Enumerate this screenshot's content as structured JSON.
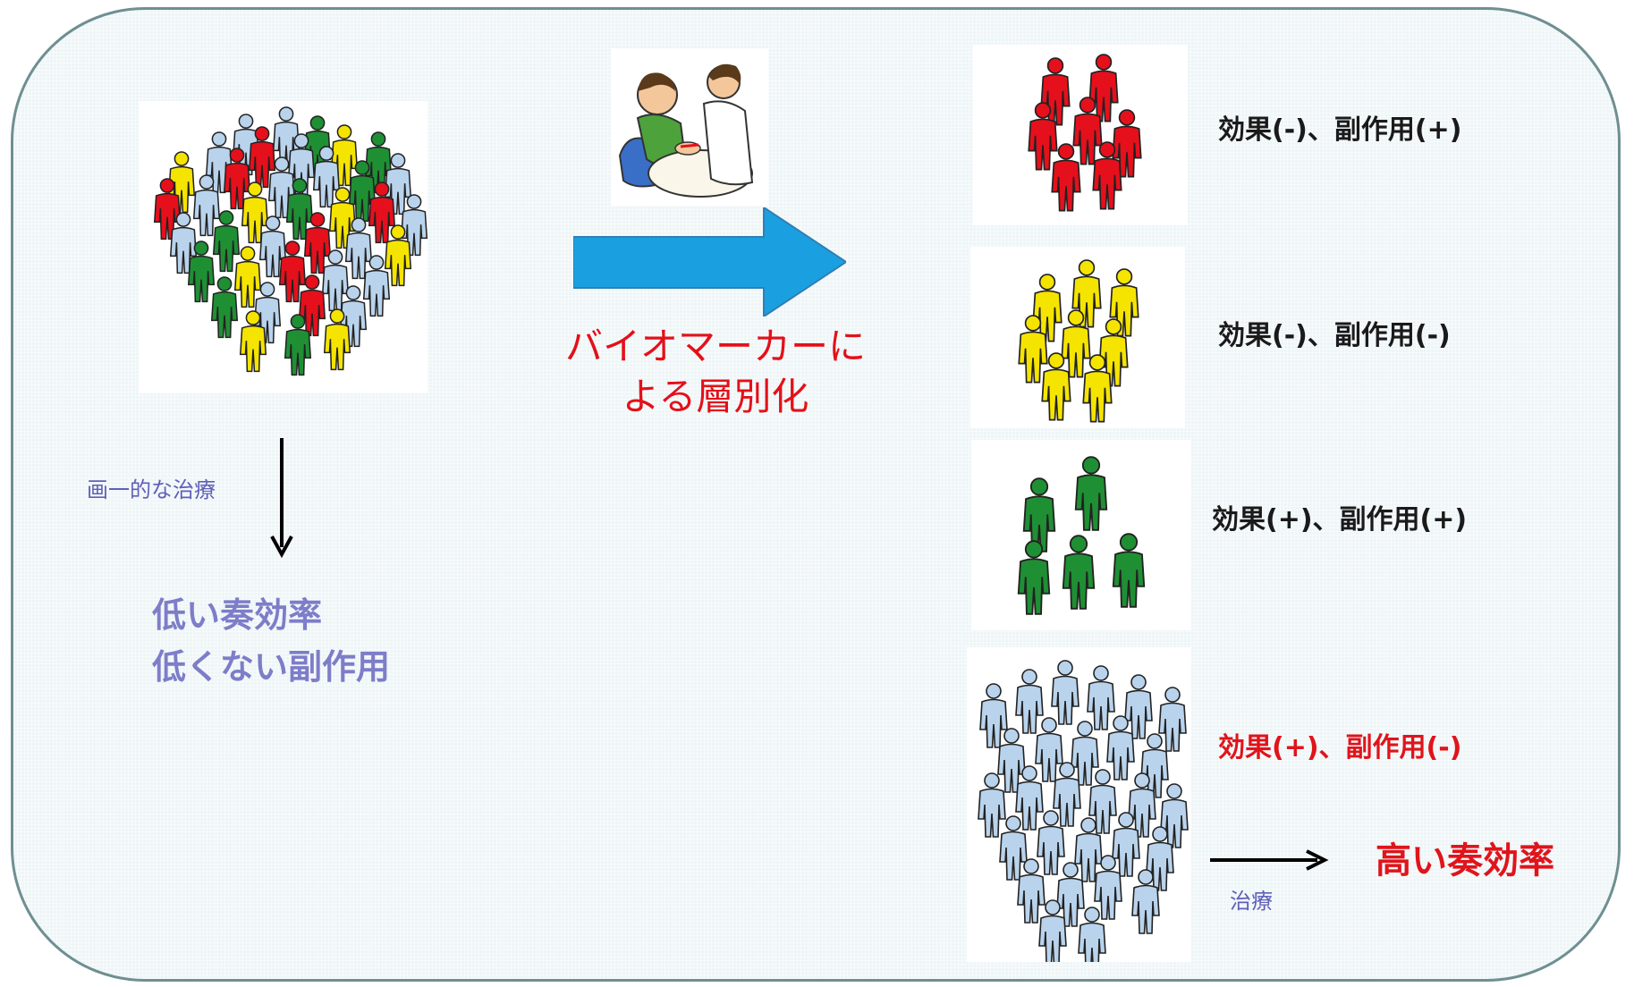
{
  "diagram": {
    "colors": {
      "red": "#e5101c",
      "yellow": "#f5e400",
      "green": "#1f8f34",
      "lightblue": "#b9d3ec",
      "arrow_blue": "#1aa0e0",
      "label_red": "#e0141b",
      "label_purple": "#7d7dc9",
      "frame_border": "#6f8f92"
    },
    "left": {
      "treatment_label": "画一的な治療",
      "result_line1": "低い奏効率",
      "result_line2": "低くない副作用"
    },
    "center": {
      "stratify_line1": "バイオマーカーに",
      "stratify_line2": "よる層別化",
      "illustration_icon": "doctor-patient-icon"
    },
    "groups": [
      {
        "color": "red",
        "label": "効果(-)、副作用(+)"
      },
      {
        "color": "yellow",
        "label": "効果(-)、副作用(-)"
      },
      {
        "color": "green",
        "label": "効果(+)、副作用(+)"
      },
      {
        "color": "lightblue",
        "label": "効果(+)、副作用(-)"
      }
    ],
    "outcome": {
      "treatment_label": "治療",
      "result": "高い奏効率"
    }
  }
}
